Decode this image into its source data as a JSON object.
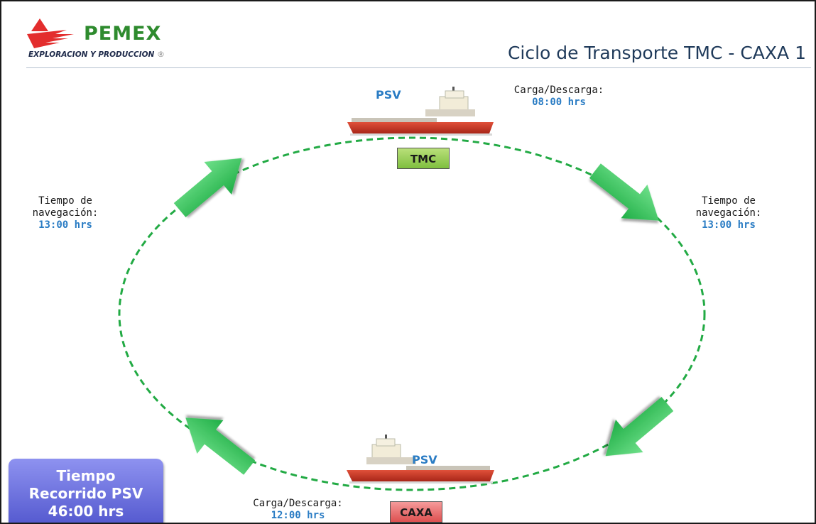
{
  "header": {
    "logo_text": "PEMEX",
    "logo_subtitle": "EXPLORACION Y PRODUCCION",
    "logo_reg": "®",
    "title": "Ciclo de Transporte TMC - CAXA 1"
  },
  "nodes": {
    "top": "TMC",
    "bottom": "CAXA"
  },
  "vessels": {
    "top_label": "PSV",
    "bottom_label": "PSV"
  },
  "top_stop": {
    "label": "Carga/Descarga:",
    "time": "08:00 hrs"
  },
  "bottom_stop": {
    "label": "Carga/Descarga:",
    "time": "12:00 hrs"
  },
  "left_leg": {
    "label_line1": "Tiempo de",
    "label_line2": "navegación:",
    "time": "13:00 hrs"
  },
  "right_leg": {
    "label_line1": "Tiempo de",
    "label_line2": "navegación:",
    "time": "13:00 hrs"
  },
  "summary": {
    "line1": "Tiempo",
    "line2": "Recorrido PSV",
    "line3": "46:00 hrs"
  },
  "colors": {
    "cycle_path": "#22aa44",
    "arrow": "#2fc35a",
    "value_text": "#2a7cc4",
    "node_tmc": "#8fca4e",
    "node_caxa": "#e56666",
    "summary_box": "#5c60d6"
  }
}
